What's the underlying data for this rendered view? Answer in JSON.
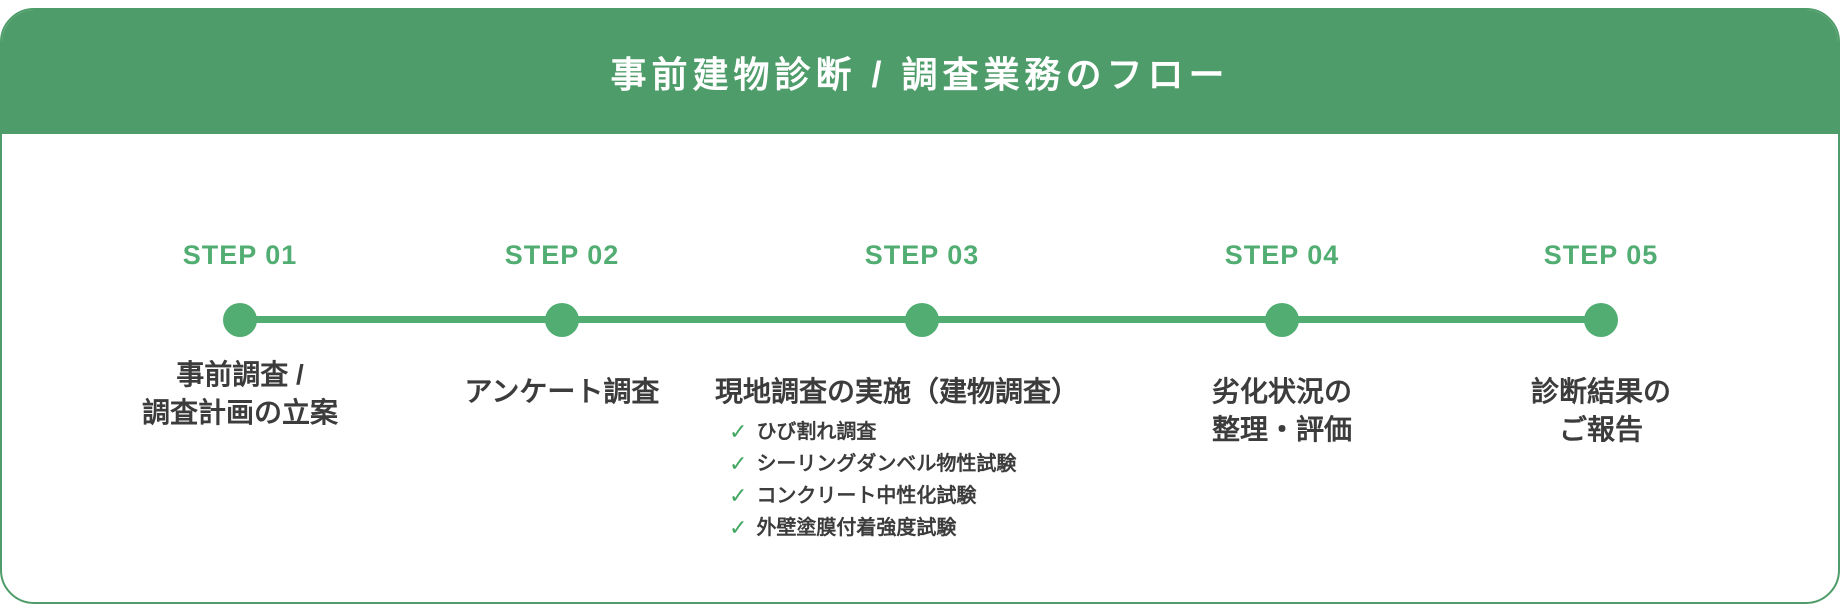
{
  "colors": {
    "header-green": "#4e9c69",
    "accent-green": "#52ad73",
    "check-green": "#41a763",
    "text-dark": "#3c3c3c"
  },
  "header": {
    "title": "事前建物診断 / 調査業務のフロー"
  },
  "timeline": {
    "steps": [
      {
        "label": "STEP 01",
        "title_lines": [
          "事前調査 /",
          "調査計画の立案"
        ]
      },
      {
        "label": "STEP 02",
        "title_lines": [
          "アンケート調査"
        ]
      },
      {
        "label": "STEP 03",
        "title_lines": [
          "現地調査の実施（建物調査）"
        ],
        "check_icon": "✓",
        "checklist": [
          "ひび割れ調査",
          "シーリングダンベル物性試験",
          "コンクリート中性化試験",
          "外壁塗膜付着強度試験"
        ]
      },
      {
        "label": "STEP 04",
        "title_lines": [
          "劣化状況の",
          "整理・評価"
        ]
      },
      {
        "label": "STEP 05",
        "title_lines": [
          "診断結果の",
          "ご報告"
        ]
      }
    ]
  }
}
